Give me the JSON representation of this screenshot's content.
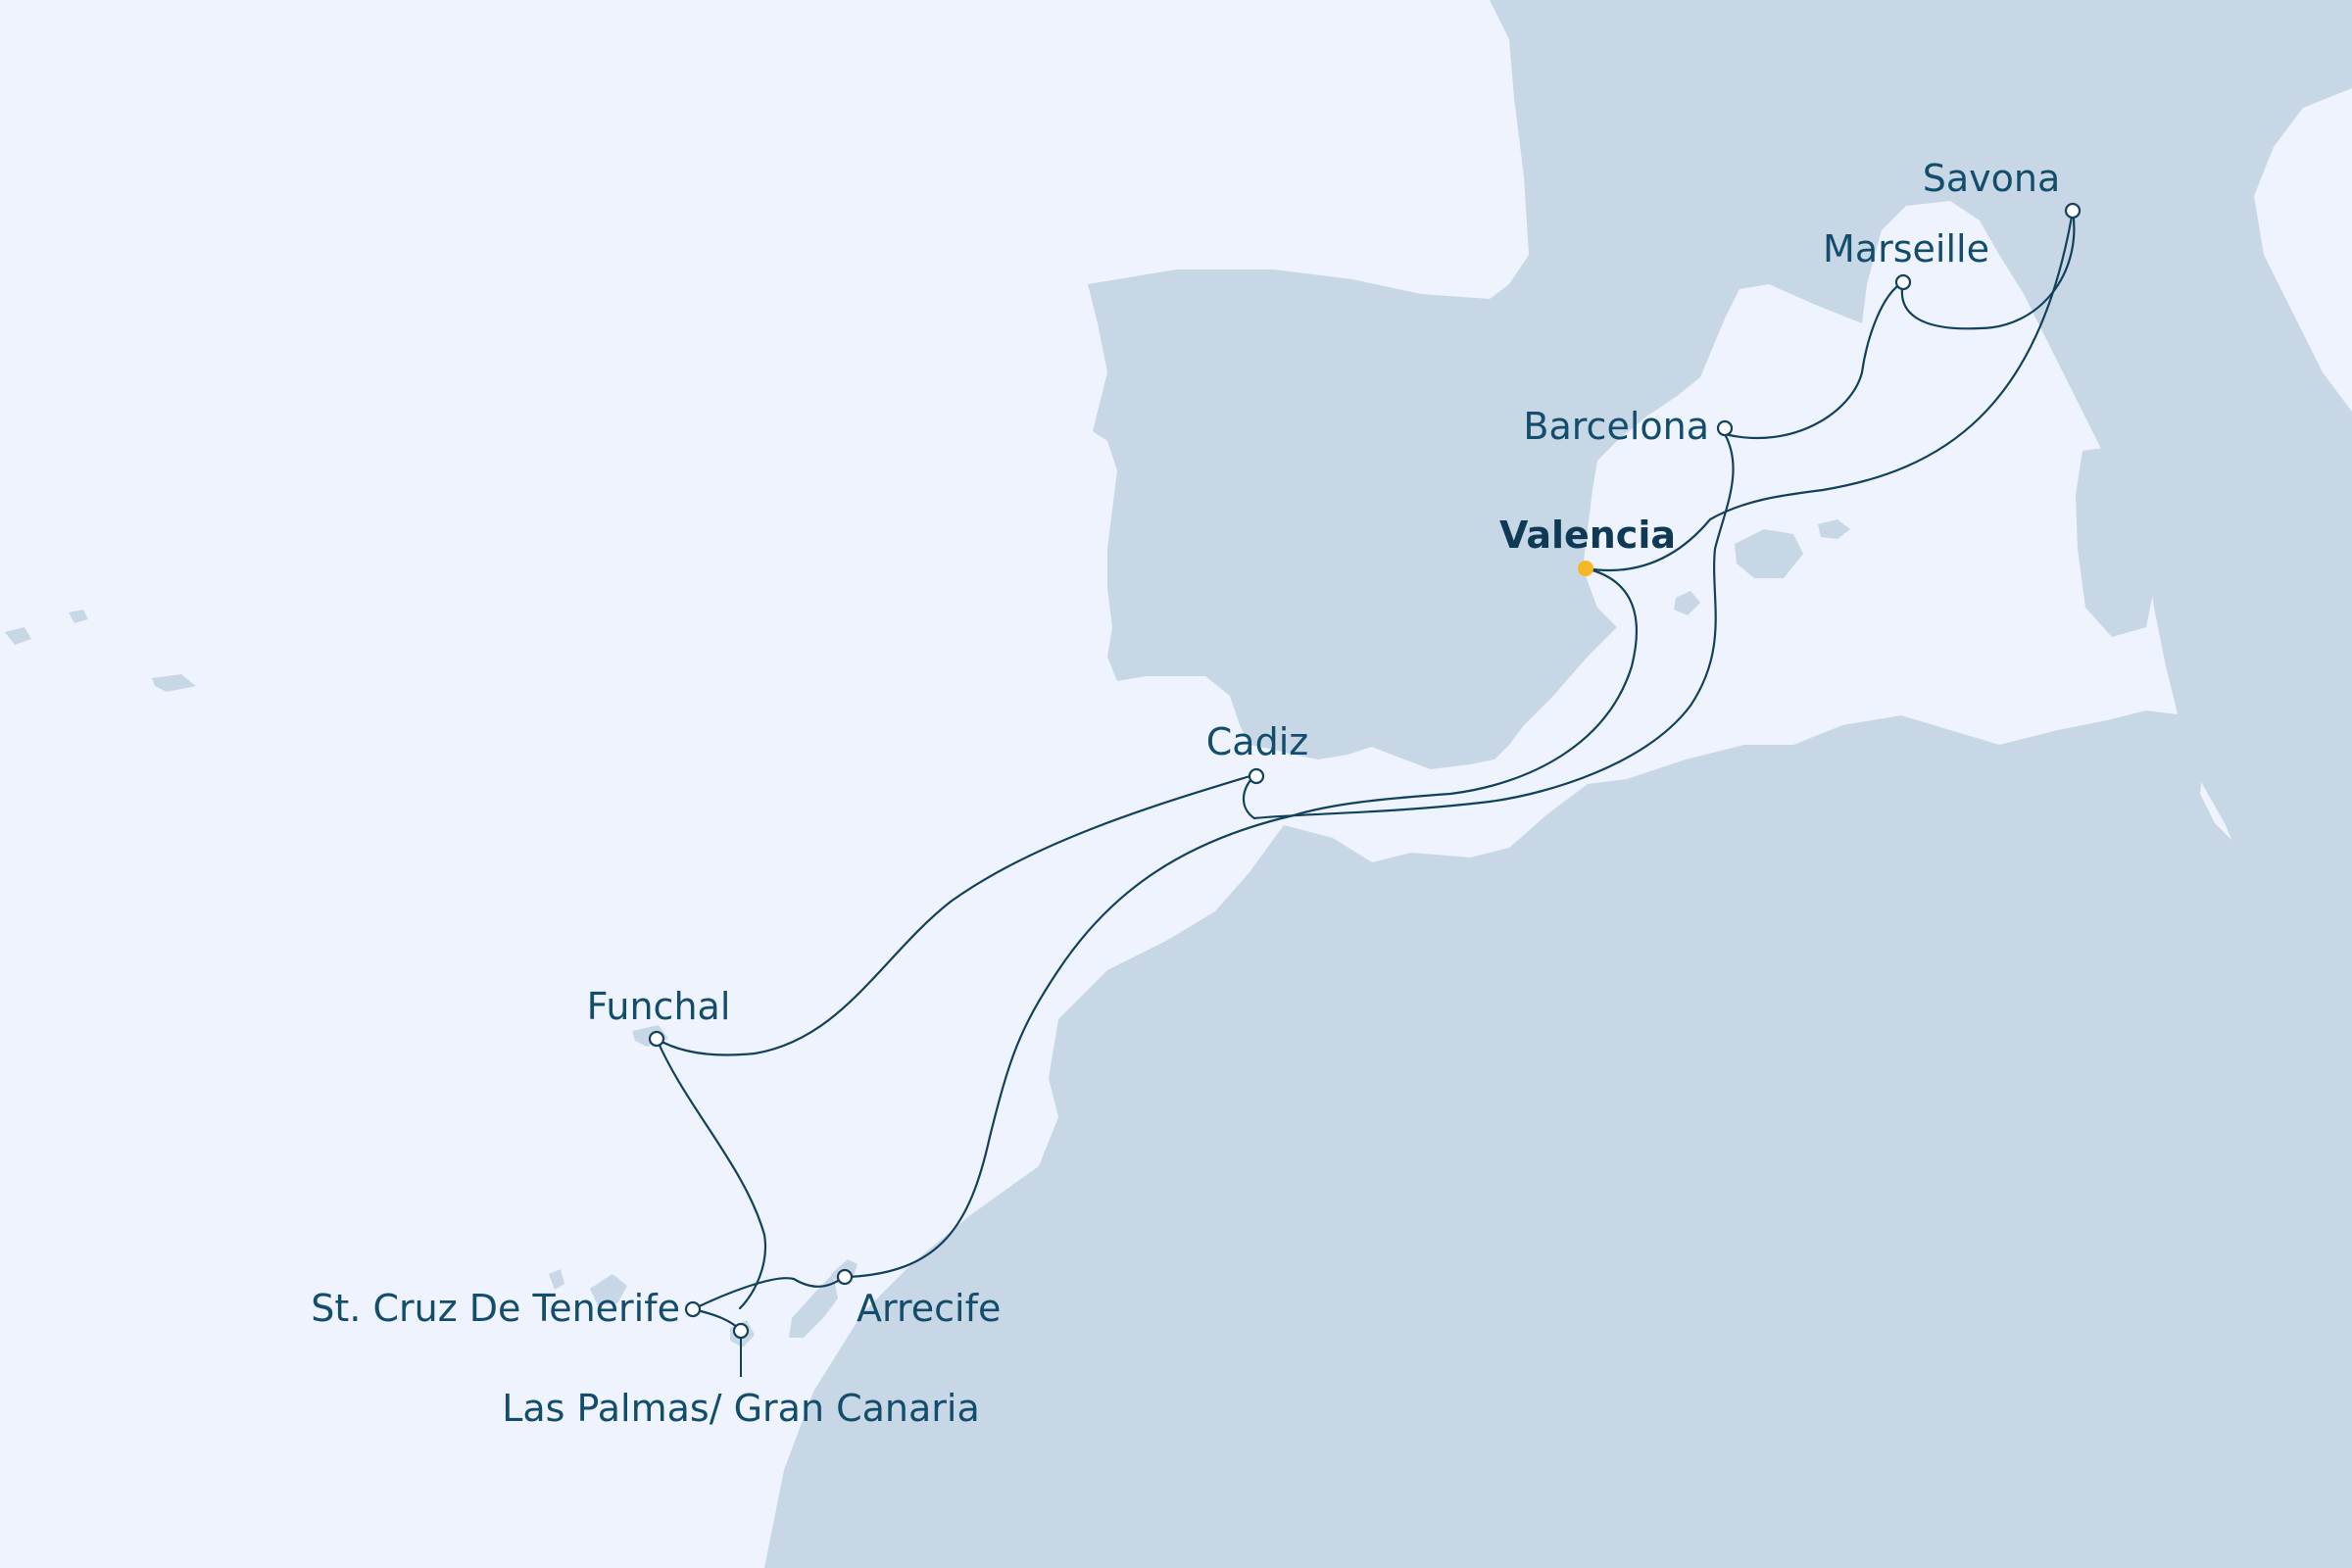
{
  "map": {
    "colors": {
      "sea": "#eef3fd",
      "land": "#c8d7e6",
      "route": "#12415a",
      "label": "#134d6c",
      "home_port": "#f5b722"
    },
    "home_port": "Valencia",
    "ports": [
      {
        "id": "savona",
        "label": "Savona"
      },
      {
        "id": "marseille",
        "label": "Marseille"
      },
      {
        "id": "barcelona",
        "label": "Barcelona"
      },
      {
        "id": "valencia",
        "label": "Valencia"
      },
      {
        "id": "cadiz",
        "label": "Cadiz"
      },
      {
        "id": "funchal",
        "label": "Funchal"
      },
      {
        "id": "tenerife",
        "label": "St. Cruz De Tenerife"
      },
      {
        "id": "arrecife",
        "label": "Arrecife"
      },
      {
        "id": "las-palmas",
        "label": "Las Palmas/ Gran Canaria"
      }
    ]
  }
}
